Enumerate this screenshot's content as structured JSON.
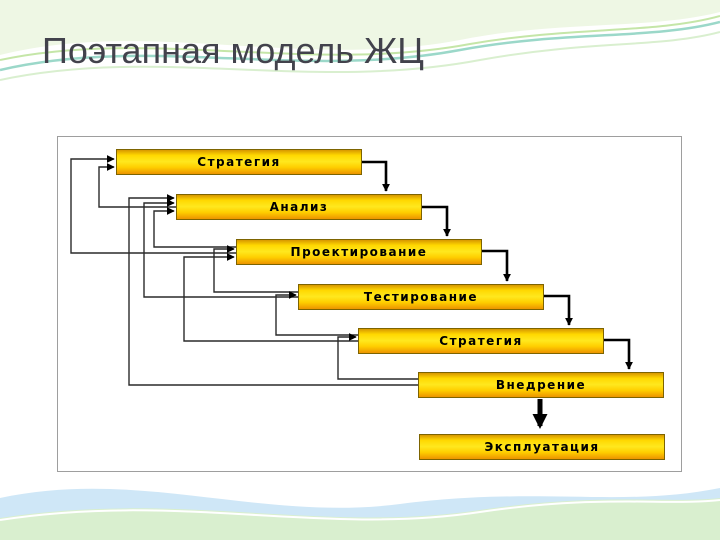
{
  "slide": {
    "title": "Поэтапная модель ЖЦ"
  },
  "diagram": {
    "stages": [
      {
        "label": "Стратегия"
      },
      {
        "label": "Анализ"
      },
      {
        "label": "Проектирование"
      },
      {
        "label": "Тестирование"
      },
      {
        "label": "Стратегия"
      },
      {
        "label": "Внедрение"
      },
      {
        "label": "Эксплуатация"
      }
    ],
    "colors": {
      "bar_gradient_top": "#d79700",
      "bar_gradient_mid": "#ffe81e",
      "bar_gradient_bottom": "#ec9400",
      "bar_border": "#7d6400",
      "bar_text": "#000000",
      "connector": "#000000",
      "frame_border": "#9e9e9e"
    }
  },
  "decor": {
    "top_wave_colors": [
      "#eef7e4",
      "#9bd8c9",
      "#c5e6a8"
    ],
    "bottom_wave_colors": [
      "#cfe7f7",
      "#d9efcf"
    ]
  }
}
